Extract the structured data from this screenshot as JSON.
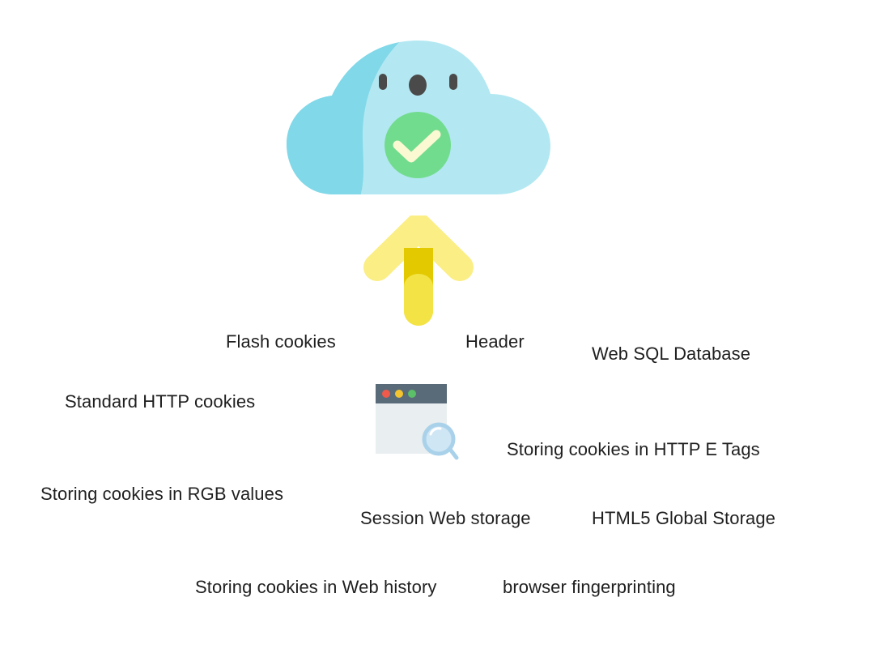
{
  "icons": {
    "cloud": "cloud-check-icon",
    "arrow": "upload-arrow-icon",
    "browser": "browser-search-icon"
  },
  "colors": {
    "cloud_light": "#b3e8f2",
    "cloud_dark": "#80d8e8",
    "check_circle": "#72dc8e",
    "check_mark": "#fbf9d2",
    "face": "#4a4a4a",
    "arrow_light": "#faee84",
    "arrow_stem": "#f3e345",
    "arrow_inner": "#e3c900",
    "browser_bar": "#596a78",
    "browser_body": "#e9eef0",
    "dot_red": "#f05a4a",
    "dot_yellow": "#f4c430",
    "dot_green": "#5bc067",
    "magnifier": "#a9d2ea"
  },
  "labels": {
    "flash_cookies": "Flash cookies",
    "header": "Header",
    "web_sql": "Web SQL Database",
    "standard_http": "Standard HTTP cookies",
    "etags": "Storing cookies in HTTP E Tags",
    "rgb_values": "Storing cookies in RGB values",
    "session_storage": "Session Web storage",
    "html5_global": "HTML5 Global Storage",
    "web_history": "Storing cookies in Web history",
    "fingerprinting": "browser fingerprinting"
  }
}
